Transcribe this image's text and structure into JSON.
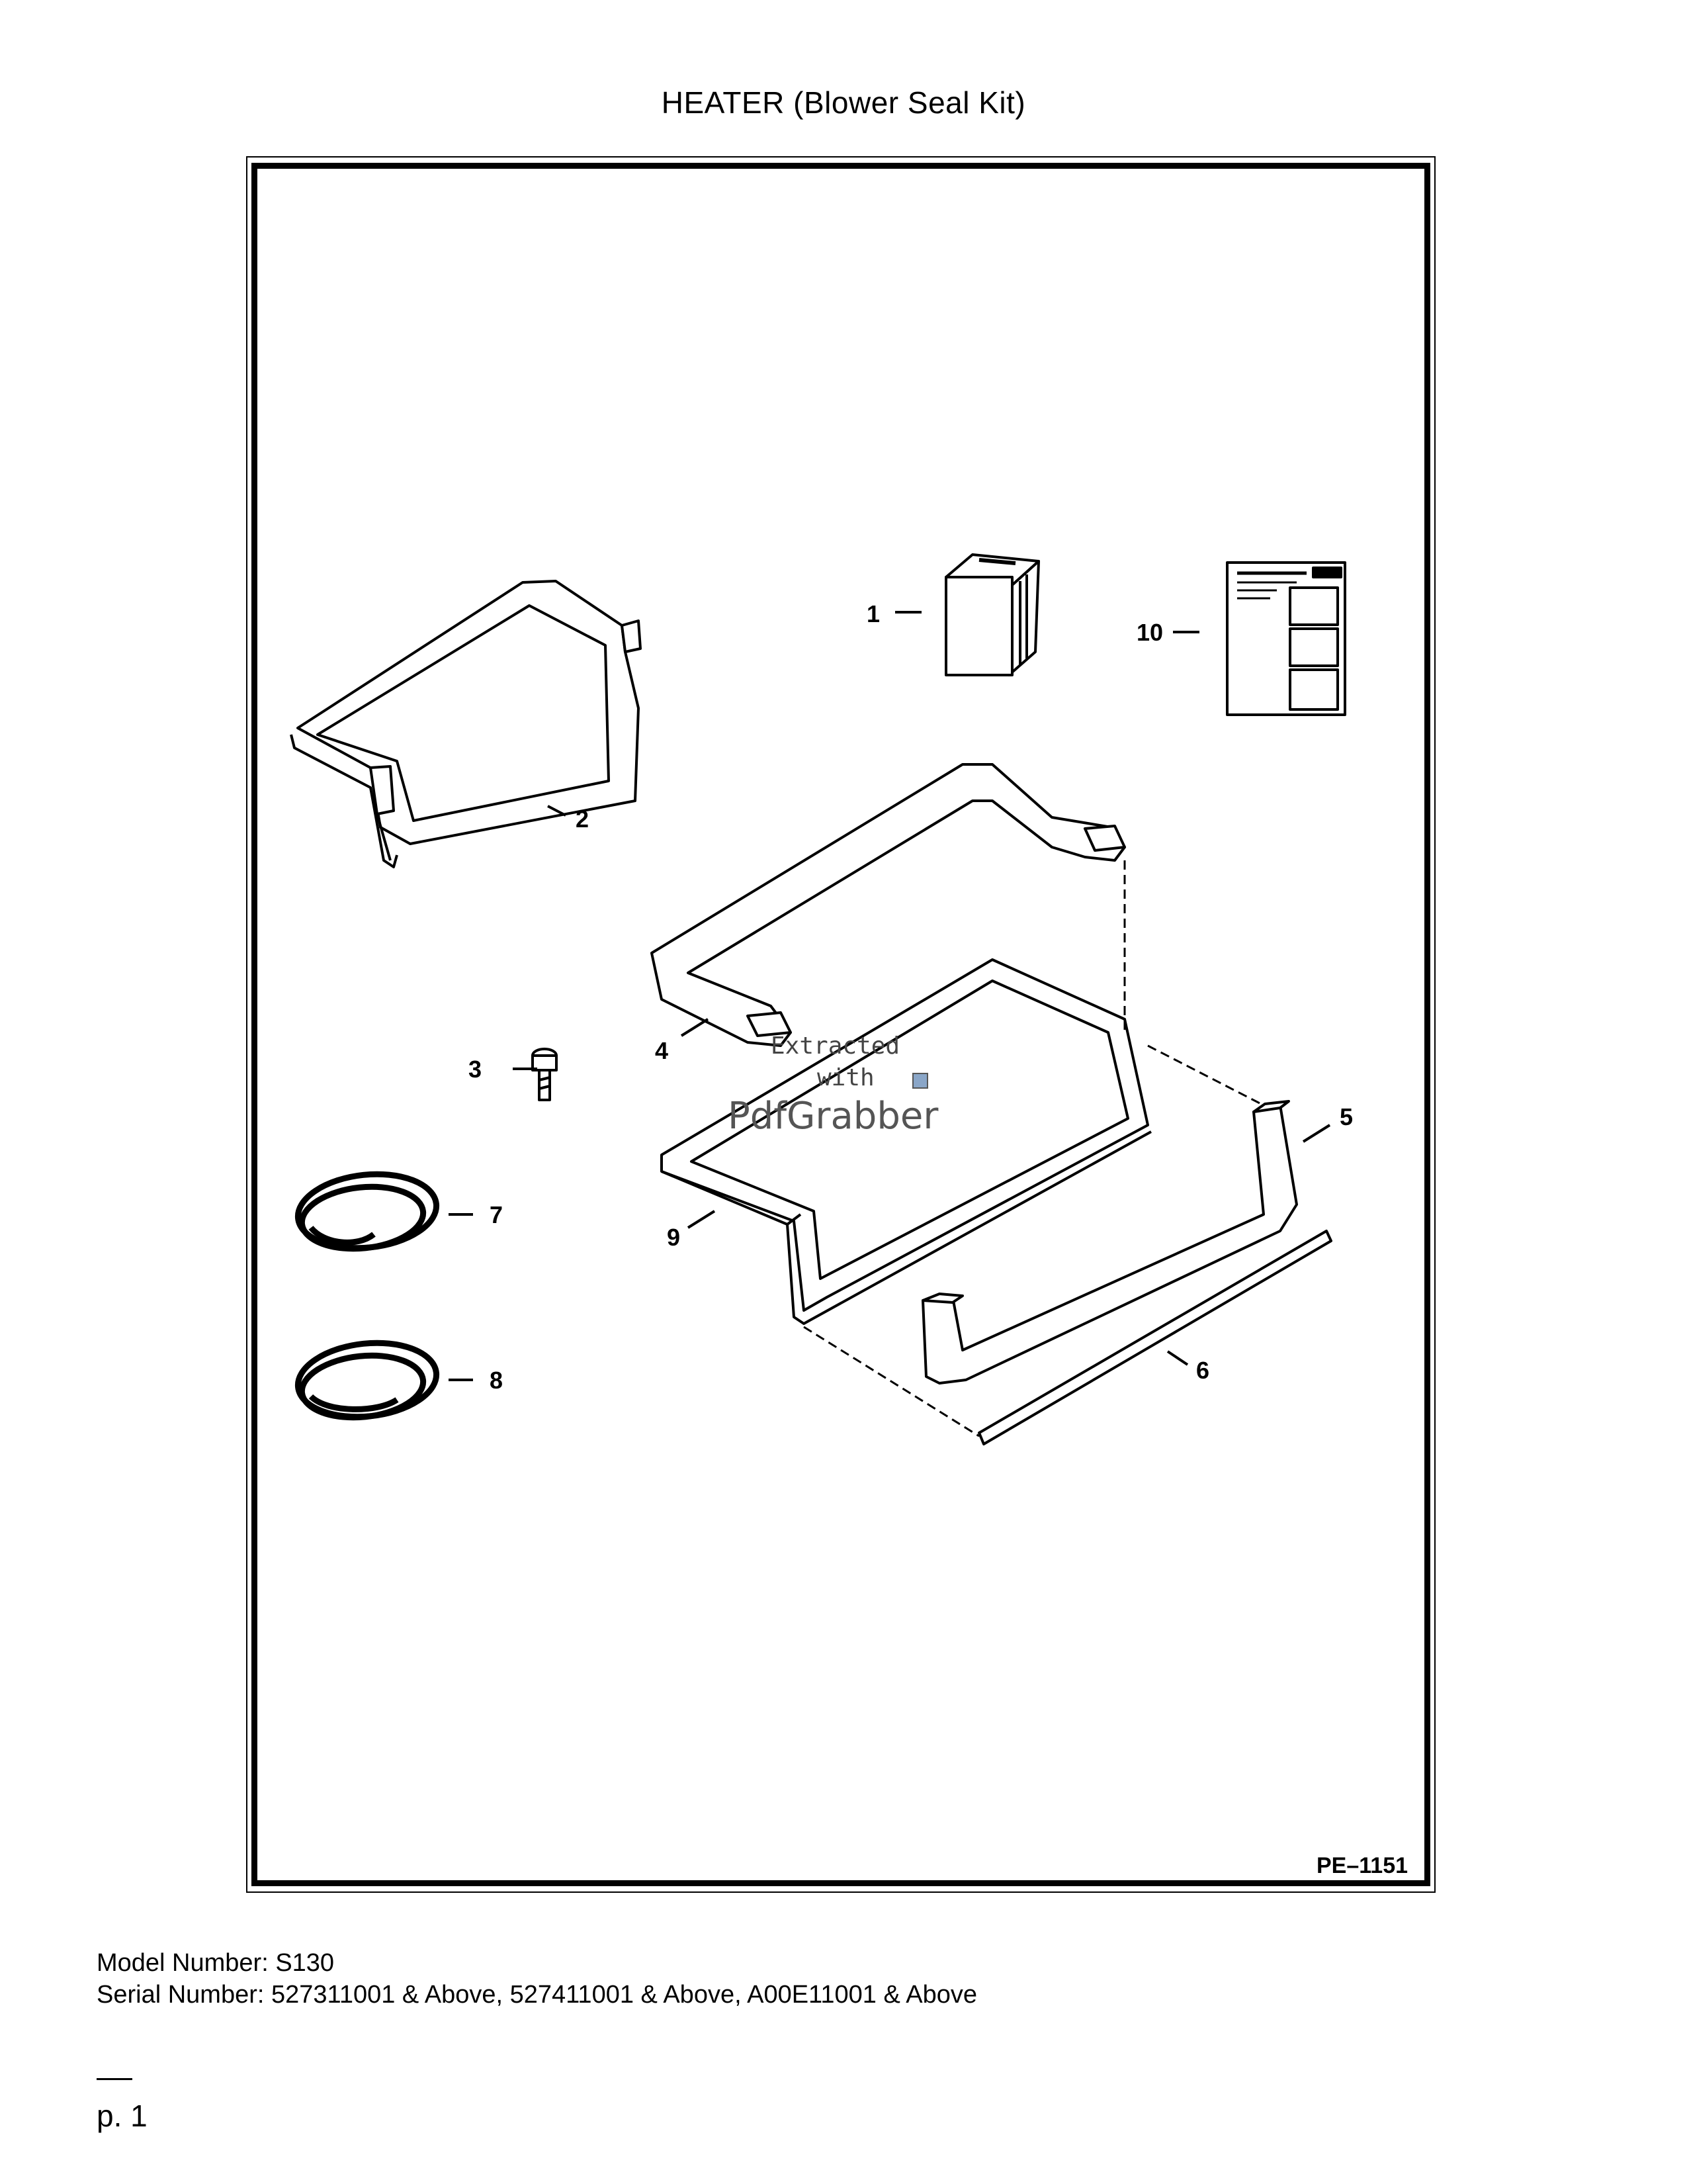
{
  "page": {
    "title": "HEATER (Blower Seal Kit)"
  },
  "diagram": {
    "figure_code": "PE–1151",
    "callouts": [
      "1",
      "2",
      "3",
      "4",
      "5",
      "6",
      "7",
      "8",
      "9",
      "10"
    ]
  },
  "watermark": {
    "line1": "Extracted",
    "line2": "with",
    "line3": "PdfGrabber"
  },
  "footer": {
    "model_line": "Model Number: S130",
    "serial_line": "Serial Number: 527311001 & Above, 527411001 & Above, A00E11001 & Above",
    "page_number": "p. 1"
  }
}
